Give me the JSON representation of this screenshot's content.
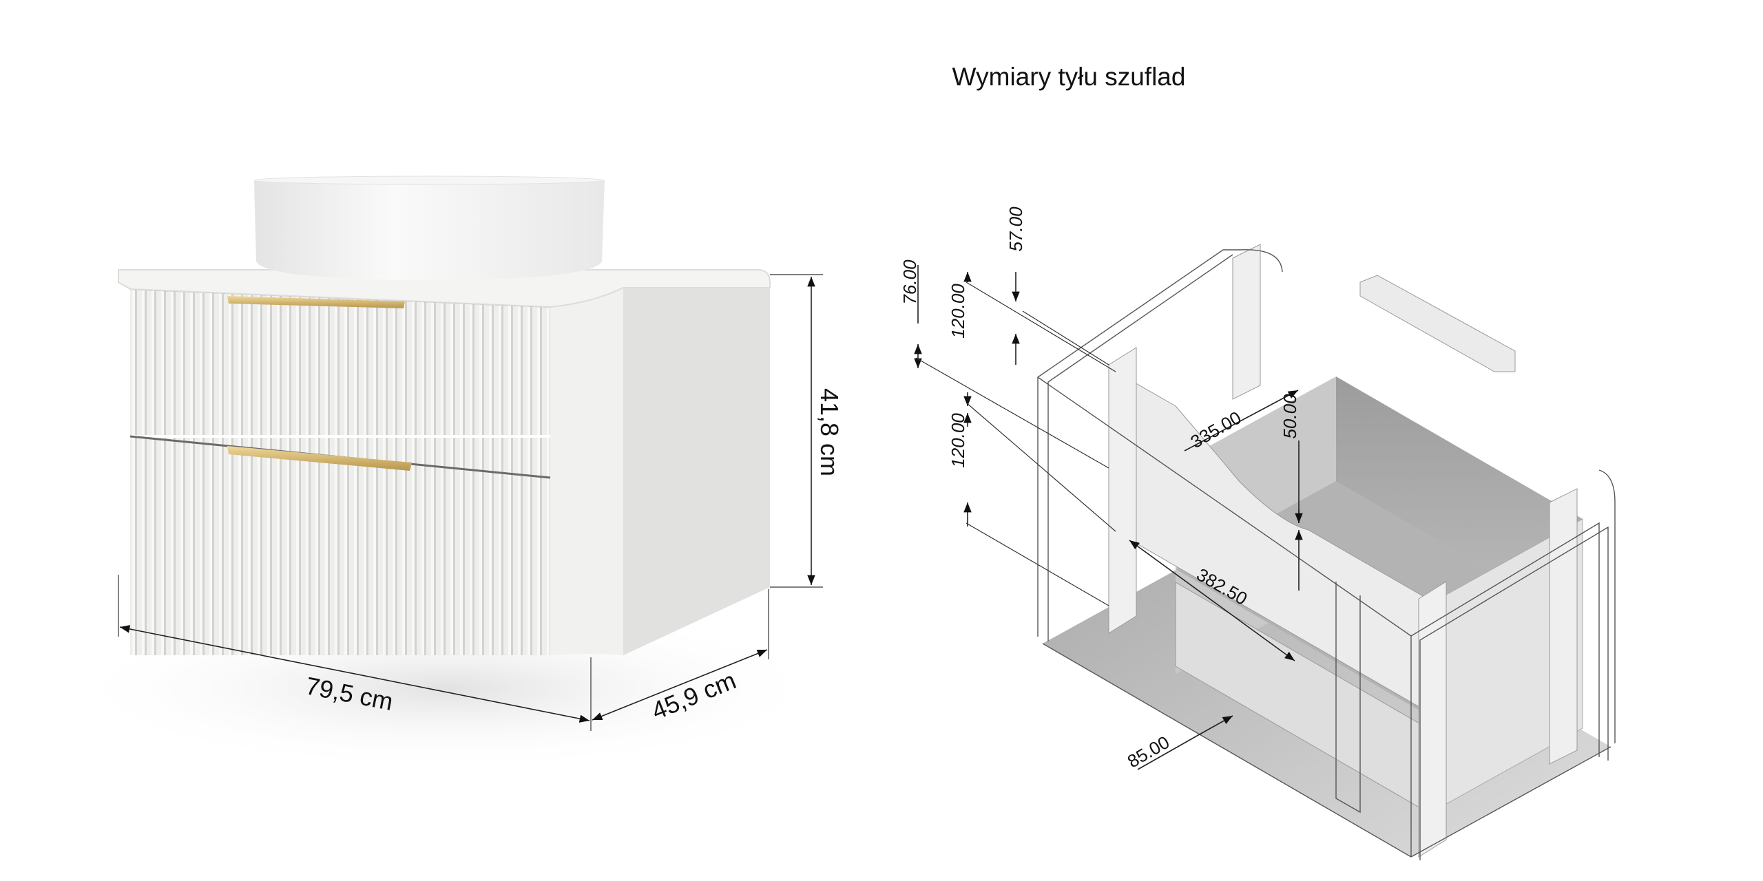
{
  "title": "Wymiary tyłu szuflad",
  "cabinet": {
    "height_label": "41,8 cm",
    "width_label": "79,5 cm",
    "depth_label": "45,9 cm"
  },
  "drawer_drawing": {
    "dims": {
      "d57": "57.00",
      "d76": "76.00",
      "d120a": "120.00",
      "d120b": "120.00",
      "d335": "335.00",
      "d50": "50.00",
      "d382": "382.50",
      "d85": "85.00"
    }
  },
  "colors": {
    "cabinet": "#ececeb",
    "handle": "#d3b46c",
    "interior": "#a9a9a9"
  }
}
